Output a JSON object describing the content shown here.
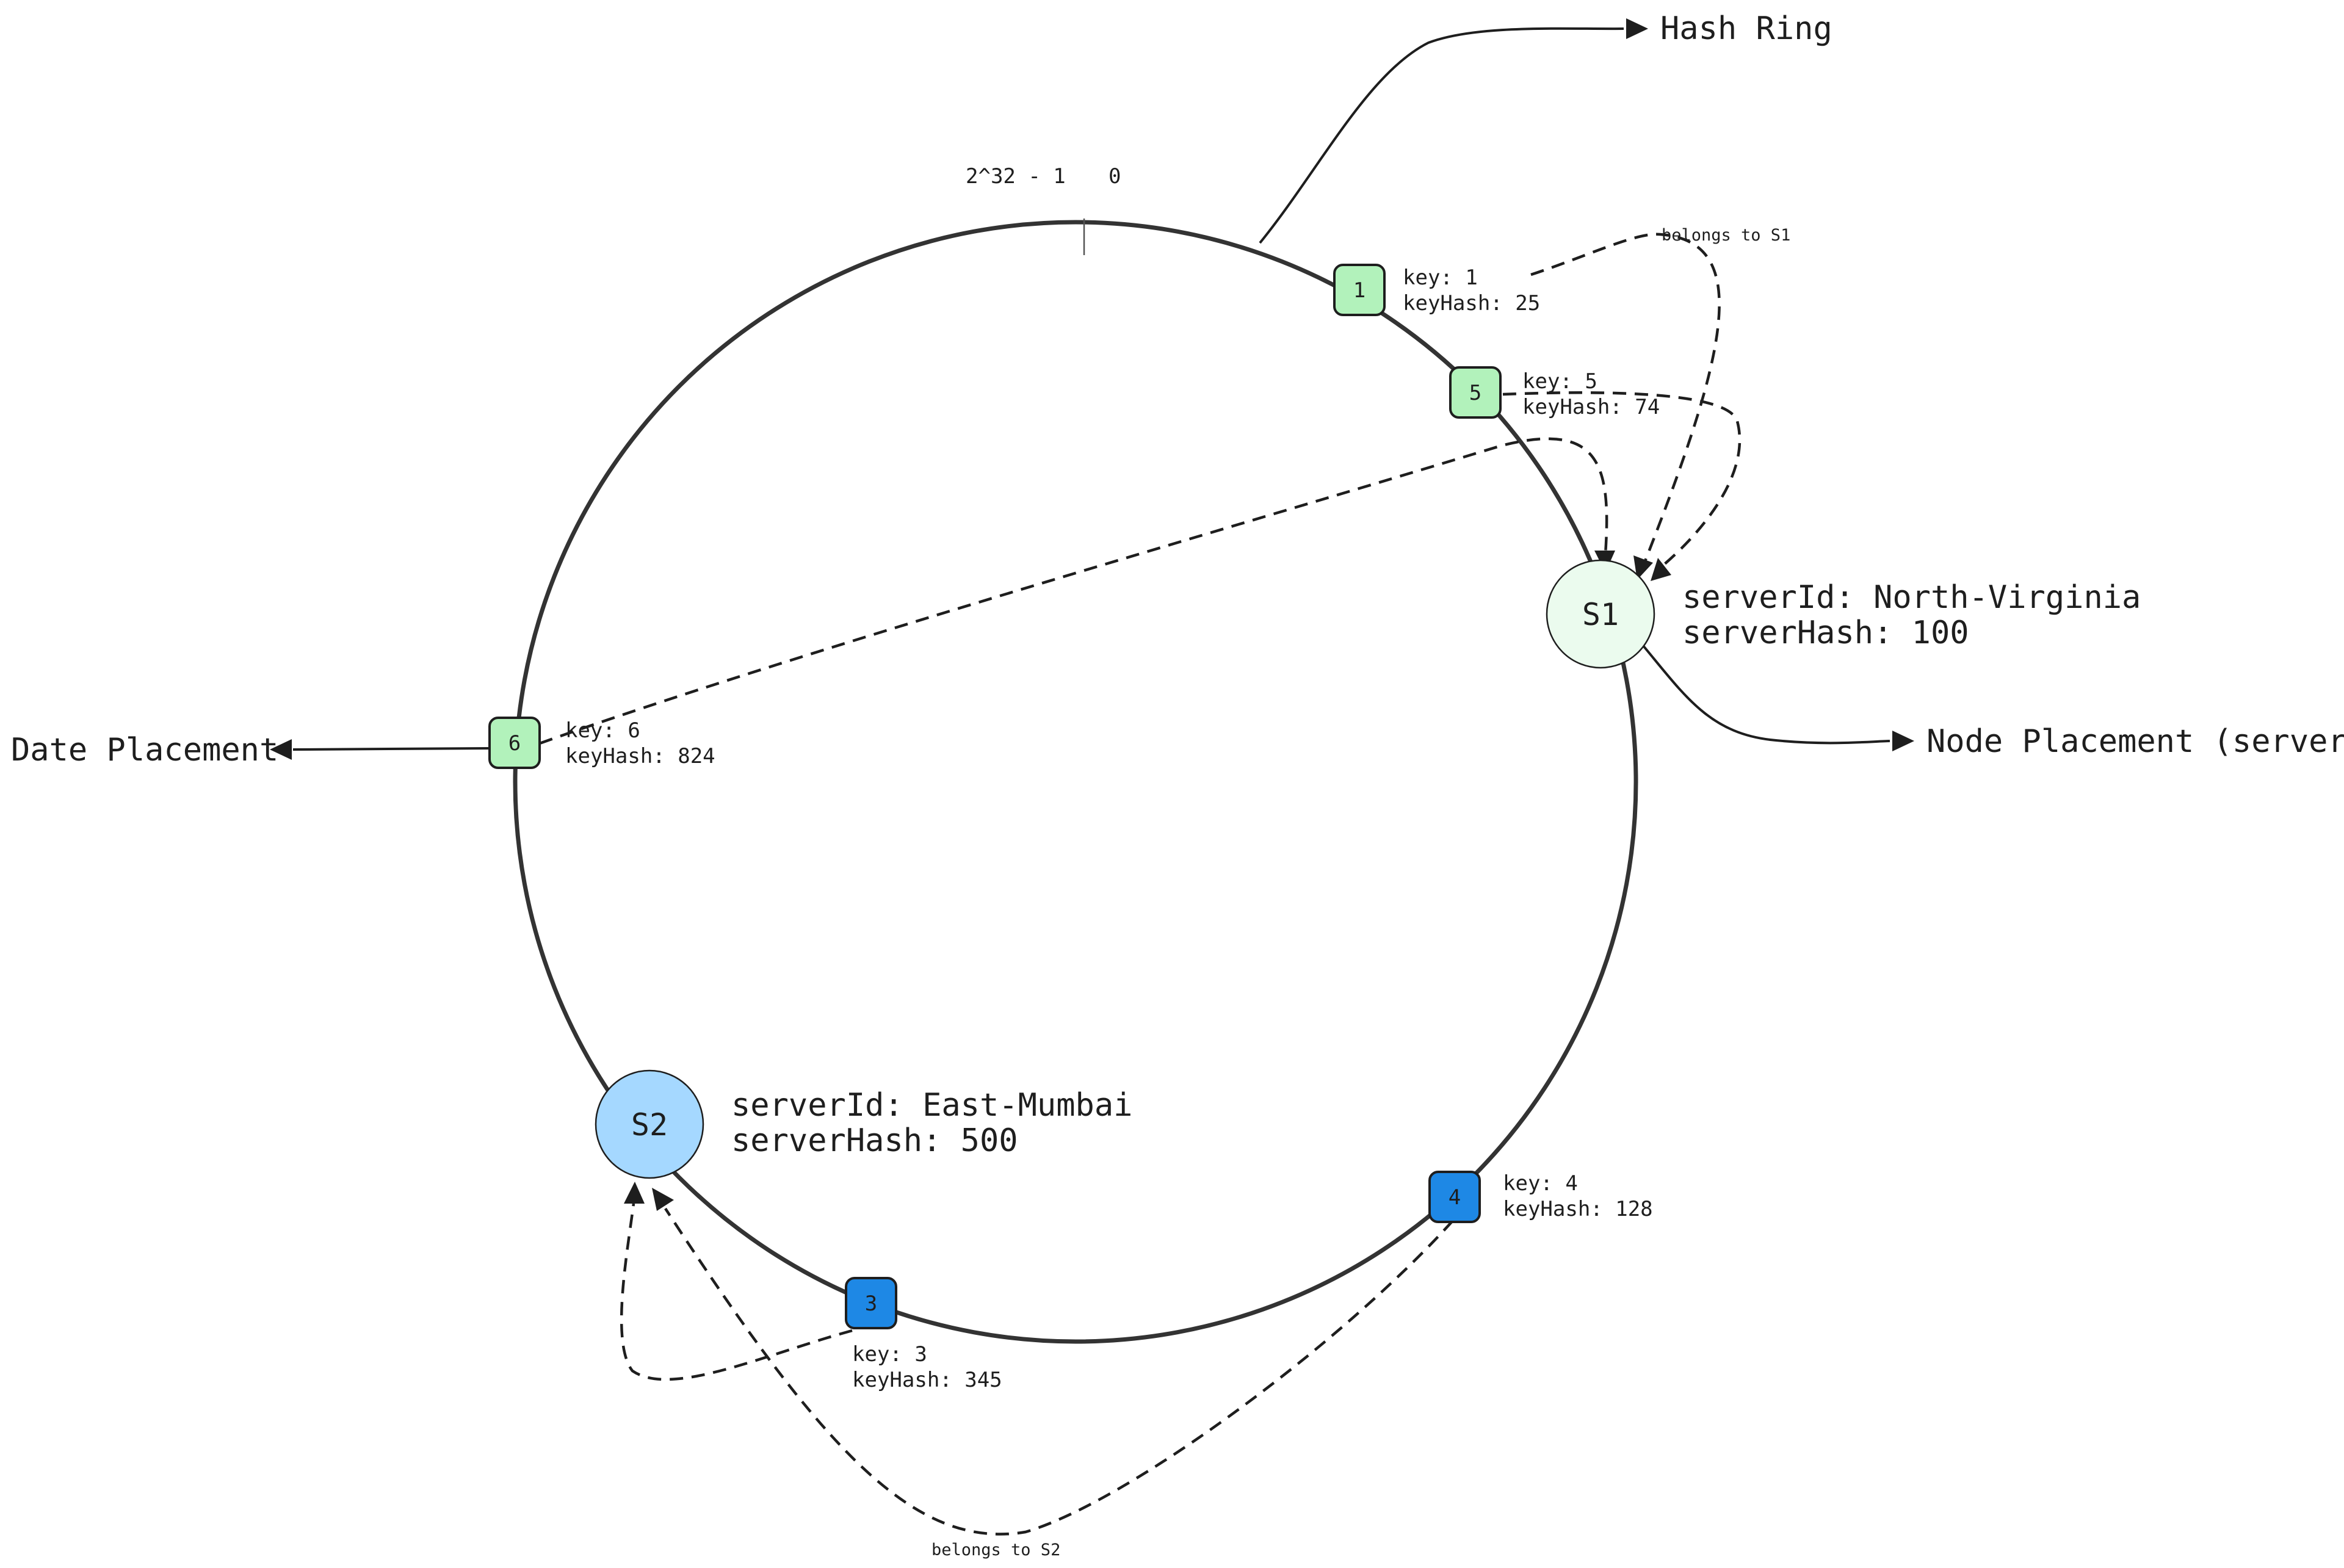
{
  "diagram": {
    "ring_label": "Hash Ring",
    "zero_marker": {
      "max_label": "2^32 - 1",
      "zero_label": "0"
    },
    "data_placement_label": "Date Placement",
    "node_placement_label": "Node Placement (server)",
    "colors": {
      "ring": "#333333",
      "s1_key": "#b2f2bb",
      "s2_key": "#1e88e5",
      "s1_server": "#ebfbee",
      "s2_server": "#a5d8ff",
      "stroke": "#1e1e1e"
    },
    "servers": [
      {
        "id": "s1",
        "label": "S1",
        "info_line1": "serverId: North-Virginia",
        "info_line2": "serverHash: 100"
      },
      {
        "id": "s2",
        "label": "S2",
        "info_line1": "serverId: East-Mumbai",
        "info_line2": "serverHash: 500"
      }
    ],
    "keys": [
      {
        "id": "k1",
        "label": "1",
        "line1": "key: 1",
        "line2": "keyHash: 25"
      },
      {
        "id": "k5",
        "label": "5",
        "line1": "key: 5",
        "line2": "keyHash: 74"
      },
      {
        "id": "k6",
        "label": "6",
        "line1": "key: 6",
        "line2": "keyHash: 824"
      },
      {
        "id": "k4",
        "label": "4",
        "line1": "key: 4",
        "line2": "keyHash: 128"
      },
      {
        "id": "k3",
        "label": "3",
        "line1": "key: 3",
        "line2": "keyHash: 345"
      }
    ],
    "annotations": {
      "belongs_to_s1": "belongs to S1",
      "belongs_to_s2": "belongs to S2"
    }
  }
}
